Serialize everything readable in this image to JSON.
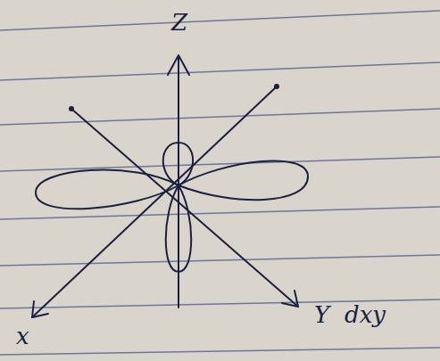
{
  "diagram": {
    "labels": [
      "Z",
      "x",
      "Y",
      "dxy"
    ]
  }
}
